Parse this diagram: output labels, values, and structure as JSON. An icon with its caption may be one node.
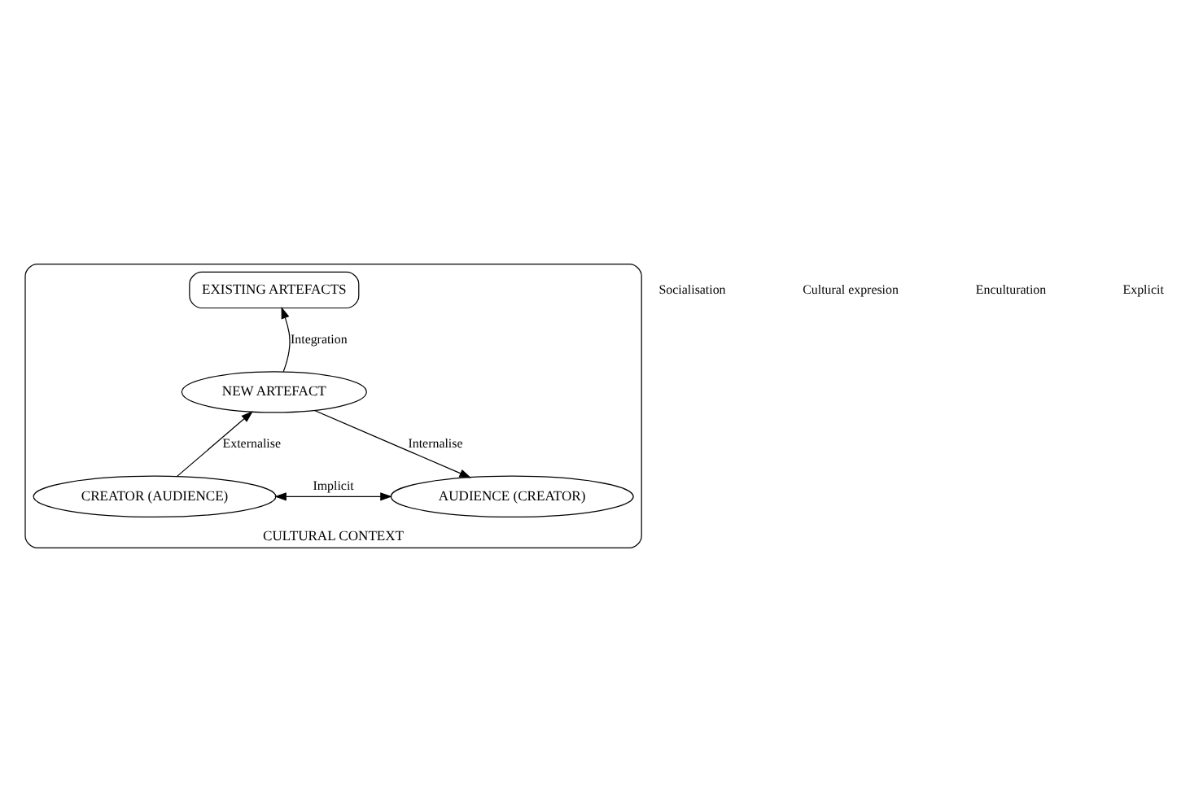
{
  "diagram": {
    "nodes": [
      {
        "text": [
          "CULTURAL CONTEXT"
        ]
      },
      {
        "text": [
          "EXISTING ARTEFACTS"
        ],
        "in": 0
      },
      {
        "text": [
          "NEW ARTEFACT"
        ],
        "in": 0
      },
      {
        "text": [
          "CREATOR (AUDIENCE)"
        ],
        "in": 0
      },
      {
        "text": [
          "AUDIENCE (CREATOR)"
        ],
        "in": 0
      }
    ],
    "edges": [
      {
        "from": 2,
        "to": 1,
        "arrow": "to",
        "label": "Integration"
      },
      {
        "from": 3,
        "to": 2,
        "arrow": "to",
        "label": "Externalise"
      },
      {
        "from": 2,
        "to": 4,
        "arrow": "to",
        "label": "Internalise"
      },
      {
        "from": 3,
        "to": 4,
        "arrow": "both",
        "label": "Implicit"
      }
    ],
    "labels": [
      "Socialisation",
      "Cultural expresion",
      "Enculturation",
      "Explicit"
    ]
  }
}
